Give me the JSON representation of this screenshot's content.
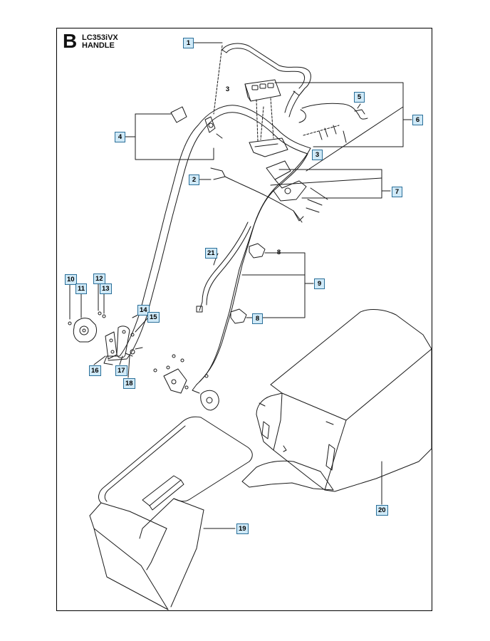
{
  "header": {
    "section_letter": "B",
    "model": "LC353iVX",
    "section": "HANDLE"
  },
  "callouts": [
    {
      "id": "c1",
      "label": "1",
      "boxed": true
    },
    {
      "id": "c2",
      "label": "2",
      "boxed": true
    },
    {
      "id": "c3a",
      "label": "3",
      "boxed": false
    },
    {
      "id": "c3b",
      "label": "3",
      "boxed": true
    },
    {
      "id": "c4",
      "label": "4",
      "boxed": true
    },
    {
      "id": "c5",
      "label": "5",
      "boxed": true
    },
    {
      "id": "c6",
      "label": "6",
      "boxed": true
    },
    {
      "id": "c7",
      "label": "7",
      "boxed": true
    },
    {
      "id": "c8a",
      "label": "8",
      "boxed": false
    },
    {
      "id": "c8b",
      "label": "8",
      "boxed": true
    },
    {
      "id": "c9",
      "label": "9",
      "boxed": true
    },
    {
      "id": "c10",
      "label": "10",
      "boxed": true
    },
    {
      "id": "c11",
      "label": "11",
      "boxed": true
    },
    {
      "id": "c12",
      "label": "12",
      "boxed": true
    },
    {
      "id": "c13",
      "label": "13",
      "boxed": true
    },
    {
      "id": "c14",
      "label": "14",
      "boxed": true
    },
    {
      "id": "c15",
      "label": "15",
      "boxed": true
    },
    {
      "id": "c16",
      "label": "16",
      "boxed": true
    },
    {
      "id": "c17",
      "label": "17",
      "boxed": true
    },
    {
      "id": "c18",
      "label": "18",
      "boxed": true
    },
    {
      "id": "c19",
      "label": "19",
      "boxed": true
    },
    {
      "id": "c20",
      "label": "20",
      "boxed": true
    },
    {
      "id": "c21",
      "label": "21",
      "boxed": true
    }
  ],
  "colors": {
    "callout_fill": "#cfe9f7",
    "callout_border": "#2a6f99",
    "line": "#1a1a1a"
  }
}
